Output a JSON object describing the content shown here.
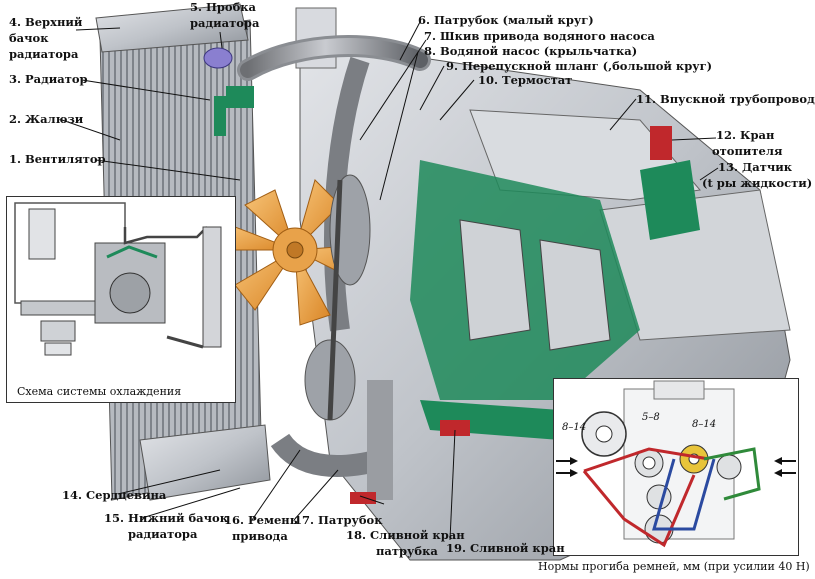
{
  "labels": {
    "l1": "1. Вентилятор",
    "l2": "2. Жалюзи",
    "l3": "3. Радиатор",
    "l4_line1": "4. Верхний",
    "l4_line2": "бачок",
    "l4_line3": "радиатора",
    "l5_line1": "5. Пробка",
    "l5_line2": "радиатора",
    "l6": "6. Патрубок (малый круг)",
    "l7": "7. Шкив привода водяного насоса",
    "l8": "8. Водяной насос (крыльчатка)",
    "l9": "9. Перепускной шланг (,большой круг)",
    "l10": "10. Термостат",
    "l11": "11. Впускной трубопровод",
    "l12_line1": "12. Кран",
    "l12_line2": "отопителя",
    "l13_line1": "13. Датчик",
    "l13_line2": "(t ры жидкости)",
    "l14": "14. Сердцевина",
    "l15_line1": "15. Нижний бачок",
    "l15_line2": "радиатора",
    "l16_line1": "16. Ремень",
    "l16_line2": "привода",
    "l17": "17. Патрубок",
    "l18_line1": "18. Сливной кран",
    "l18_line2": "патрубка",
    "l19": "19. Сливной кран"
  },
  "insets": {
    "scheme_caption": "Схема системы охлаждения",
    "belt_caption": "Нормы прогиба ремней, мм (при усилии 40 Н)",
    "belt_dim_left": "8–14",
    "belt_dim_top": "5–8",
    "belt_dim_right": "8–14"
  },
  "colors": {
    "coolant": "#1e8a5a",
    "engine_metal": "#c9ccd1",
    "radiator": "#a9adb3",
    "fan": "#f0a440",
    "belt_red": "#c0282c",
    "belt_blue": "#2b4aa0",
    "belt_green": "#2f8a3a",
    "pulley_yellow": "#e8c43a"
  }
}
